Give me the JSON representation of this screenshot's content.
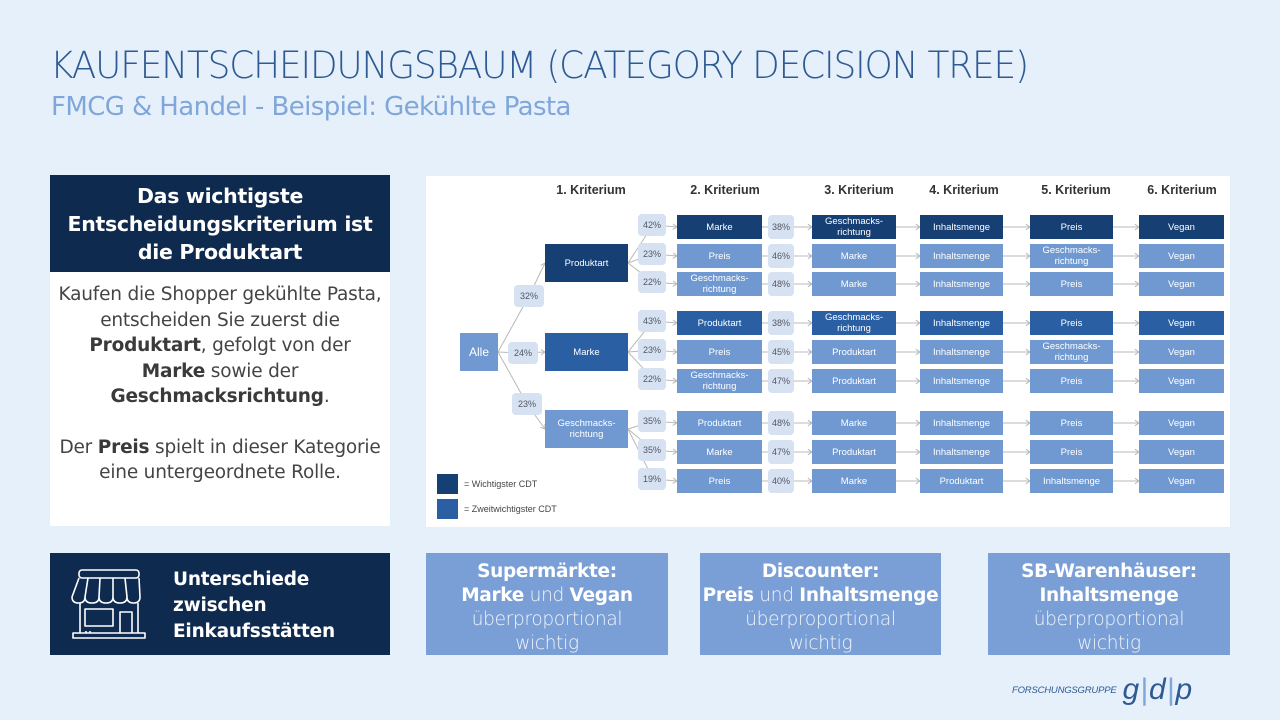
{
  "header": {
    "title": "KAUFENTSCHEIDUNGSBAUM (CATEGORY DECISION TREE)",
    "subtitle": "FMCG & Handel - Beispiel: Gekühlte Pasta"
  },
  "key_finding": {
    "heading_lines": [
      "Das wichtigste",
      "Entscheidungskriterium ist",
      "die Produktart"
    ],
    "paragraph1": {
      "t1": "Kaufen die Shopper gekühlte Pasta, entscheiden Sie zuerst die ",
      "b1": "Produktart",
      "t2": ", gefolgt von der ",
      "b2": "Marke",
      "t3": " sowie der ",
      "b3": "Geschmacksrichtung",
      "t4": "."
    },
    "paragraph2": {
      "t1": "Der ",
      "b1": "Preis",
      "t2": " spielt in dieser Kategorie eine untergeordnete Rolle."
    }
  },
  "diagram": {
    "criteria_headers": [
      "1. Kriterium",
      "2. Kriterium",
      "3. Kriterium",
      "4. Kriterium",
      "5. Kriterium",
      "6. Kriterium"
    ],
    "root": "Alle",
    "colors": {
      "most_important": "#163f74",
      "second_important": "#2b5fa3",
      "other": "#7099d2",
      "percent_bubble": "#d6e2f1"
    },
    "branches": [
      {
        "label": "Produktart",
        "share": "32%",
        "rank": 1,
        "paths": [
          {
            "share2": "42%",
            "nodes": [
              {
                "label": "Marke",
                "rank": 1
              },
              {
                "label": "Geschmacks-\nrichtung",
                "rank": 1
              },
              {
                "label": "Inhaltsmenge",
                "rank": 1
              },
              {
                "label": "Preis",
                "rank": 1
              },
              {
                "label": "Vegan",
                "rank": 1
              }
            ],
            "share3": "38%"
          },
          {
            "share2": "23%",
            "nodes": [
              {
                "label": "Preis",
                "rank": 3
              },
              {
                "label": "Marke",
                "rank": 3
              },
              {
                "label": "Inhaltsmenge",
                "rank": 3
              },
              {
                "label": "Geschmacks-\nrichtung",
                "rank": 3
              },
              {
                "label": "Vegan",
                "rank": 3
              }
            ],
            "share3": "46%"
          },
          {
            "share2": "22%",
            "nodes": [
              {
                "label": "Geschmacks-\nrichtung",
                "rank": 3
              },
              {
                "label": "Marke",
                "rank": 3
              },
              {
                "label": "Inhaltsmenge",
                "rank": 3
              },
              {
                "label": "Preis",
                "rank": 3
              },
              {
                "label": "Vegan",
                "rank": 3
              }
            ],
            "share3": "48%"
          }
        ]
      },
      {
        "label": "Marke",
        "share": "24%",
        "rank": 2,
        "paths": [
          {
            "share2": "43%",
            "nodes": [
              {
                "label": "Produktart",
                "rank": 2
              },
              {
                "label": "Geschmacks-\nrichtung",
                "rank": 2
              },
              {
                "label": "Inhaltsmenge",
                "rank": 2
              },
              {
                "label": "Preis",
                "rank": 2
              },
              {
                "label": "Vegan",
                "rank": 2
              }
            ],
            "share3": "38%"
          },
          {
            "share2": "23%",
            "nodes": [
              {
                "label": "Preis",
                "rank": 3
              },
              {
                "label": "Produktart",
                "rank": 3
              },
              {
                "label": "Inhaltsmenge",
                "rank": 3
              },
              {
                "label": "Geschmacks-\nrichtung",
                "rank": 3
              },
              {
                "label": "Vegan",
                "rank": 3
              }
            ],
            "share3": "45%"
          },
          {
            "share2": "22%",
            "nodes": [
              {
                "label": "Geschmacks-\nrichtung",
                "rank": 3
              },
              {
                "label": "Produktart",
                "rank": 3
              },
              {
                "label": "Inhaltsmenge",
                "rank": 3
              },
              {
                "label": "Preis",
                "rank": 3
              },
              {
                "label": "Vegan",
                "rank": 3
              }
            ],
            "share3": "47%"
          }
        ]
      },
      {
        "label": "Geschmacks-\nrichtung",
        "share": "23%",
        "rank": 3,
        "paths": [
          {
            "share2": "35%",
            "nodes": [
              {
                "label": "Produktart",
                "rank": 3
              },
              {
                "label": "Marke",
                "rank": 3
              },
              {
                "label": "Inhaltsmenge",
                "rank": 3
              },
              {
                "label": "Preis",
                "rank": 3
              },
              {
                "label": "Vegan",
                "rank": 3
              }
            ],
            "share3": "48%"
          },
          {
            "share2": "35%",
            "nodes": [
              {
                "label": "Marke",
                "rank": 3
              },
              {
                "label": "Produktart",
                "rank": 3
              },
              {
                "label": "Inhaltsmenge",
                "rank": 3
              },
              {
                "label": "Preis",
                "rank": 3
              },
              {
                "label": "Vegan",
                "rank": 3
              }
            ],
            "share3": "47%"
          },
          {
            "share2": "19%",
            "nodes": [
              {
                "label": "Preis",
                "rank": 3
              },
              {
                "label": "Marke",
                "rank": 3
              },
              {
                "label": "Produktart",
                "rank": 3
              },
              {
                "label": "Inhaltsmenge",
                "rank": 3
              },
              {
                "label": "Vegan",
                "rank": 3
              }
            ],
            "share3": "40%"
          }
        ]
      }
    ],
    "legend": [
      {
        "label": "= Wichtigster CDT",
        "color": "#163f74"
      },
      {
        "label": "= Zweitwichtigster CDT",
        "color": "#2b5fa3"
      }
    ]
  },
  "store_formats": {
    "intro": {
      "icon": "storefront-icon",
      "lines": [
        "Unterschiede",
        "zwischen",
        "Einkaufsstätten"
      ]
    },
    "items": [
      {
        "title": "Supermärkte:",
        "b1": "Marke",
        "mid": " und ",
        "b2": "Vegan",
        "rest1": "überproportional",
        "rest2": "wichtig"
      },
      {
        "title": "Discounter:",
        "b1": "Preis",
        "mid": " und ",
        "b2": "Inhaltsmenge",
        "rest1": "überproportional",
        "rest2": "wichtig"
      },
      {
        "title": "SB-Warenhäuser:",
        "b1": "Inhaltsmenge",
        "mid": "",
        "b2": "",
        "rest1": "überproportional",
        "rest2": "wichtig"
      }
    ]
  },
  "footer": {
    "logo_text": "FORSCHUNGSGRUPPE",
    "logo_mark": [
      "g",
      "d",
      "p"
    ]
  }
}
